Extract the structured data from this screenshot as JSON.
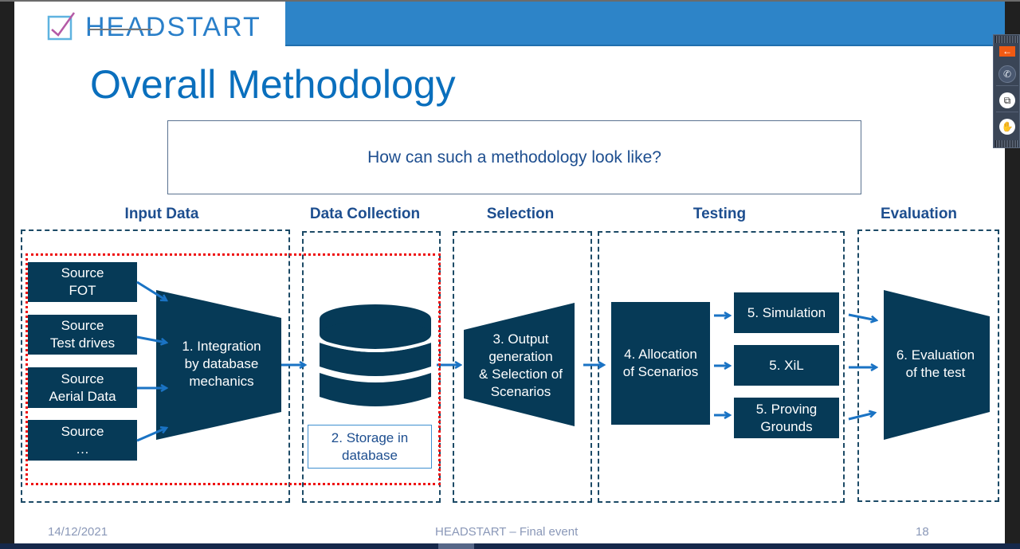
{
  "header": {
    "logo_text": "HEADSTART",
    "title": "Overall Methodology"
  },
  "question": "How can such a methodology look like?",
  "phases": [
    {
      "label": "Input Data"
    },
    {
      "label": "Data Collection"
    },
    {
      "label": "Selection"
    },
    {
      "label": "Testing"
    },
    {
      "label": "Evaluation"
    }
  ],
  "sources": [
    {
      "label": "Source\nFOT"
    },
    {
      "label": "Source\nTest drives"
    },
    {
      "label": "Source\nAerial Data"
    },
    {
      "label": "Source\n…"
    }
  ],
  "steps": {
    "integration": "1. Integration\nby database\nmechanics",
    "storage": "2. Storage in\ndatabase",
    "output": "3. Output\ngeneration\n& Selection of\nScenarios",
    "allocation": "4. Allocation\nof Scenarios",
    "simulation": "5. Simulation",
    "xil": "5. XiL",
    "proving": "5. Proving\nGrounds",
    "evaluation": "6. Evaluation\nof the test"
  },
  "footer": {
    "date": "14/12/2021",
    "event": "HEADSTART – Final event",
    "page": "18"
  },
  "toolbar": {
    "exit_icon": "arrow-left-icon",
    "call_icon": "phone-icon",
    "window_icon": "windows-icon",
    "hand_icon": "raise-hand-icon"
  },
  "colors": {
    "accent": "#0a6fbd",
    "box_fill": "#063a57",
    "arrow": "#1a73c4",
    "highlight": "#ee1111",
    "header_bar": "#2d84c8"
  }
}
